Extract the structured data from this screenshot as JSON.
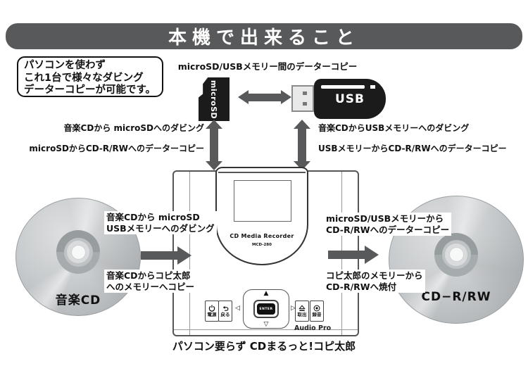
{
  "banner": {
    "title": "本機で出来ること"
  },
  "info_box": {
    "lines": [
      "パソコンを使わず",
      "これ1台で様々なダビング",
      "データーコピーが可能です。"
    ]
  },
  "top_flow": {
    "title": "microSD/USBメモリー間のデーターコピー",
    "microsd_logo": "microSD",
    "usb_logo": "USB"
  },
  "dubbing": {
    "left_top": "音楽CDから microSDへのダビング",
    "left_bottom": "microSDからCD-R/RWへのデーターコピー",
    "right_top": "音楽CDからUSBメモリーへのダビング",
    "right_bottom": "USBメモリーからCD-R/RWへのデーターコピー"
  },
  "device": {
    "brand": "CD Media Recorder",
    "model": "MCD-280",
    "series": "Audio Pro",
    "dpad": {
      "up": "▲",
      "down": "▽",
      "left": "◁",
      "right": "▷",
      "enter": "ENTER"
    },
    "buttons": {
      "power": "電源",
      "back": "戻る",
      "eject": "取出",
      "record": "録音"
    }
  },
  "discs": {
    "left_label": "音楽CD",
    "right_label": "CD−R/RW"
  },
  "mid_left": {
    "top": [
      "音楽CDから microSD",
      "USBメモリーへのダビング"
    ],
    "bottom": [
      "音楽CDからコピ太郎",
      "へのメモリーへコピー"
    ]
  },
  "mid_right": {
    "top": [
      "microSD/USBメモリーから",
      "CD-R/RWへのデーターコピー"
    ],
    "bottom": [
      "コピ太郎のメモリーから",
      "CD-R/RWへ焼付"
    ]
  },
  "caption": "パソコン要らず CDまるっと!コピ太郎",
  "colors": {
    "banner": "#58595b",
    "arrow": "#58595b",
    "ink": "#111111"
  }
}
